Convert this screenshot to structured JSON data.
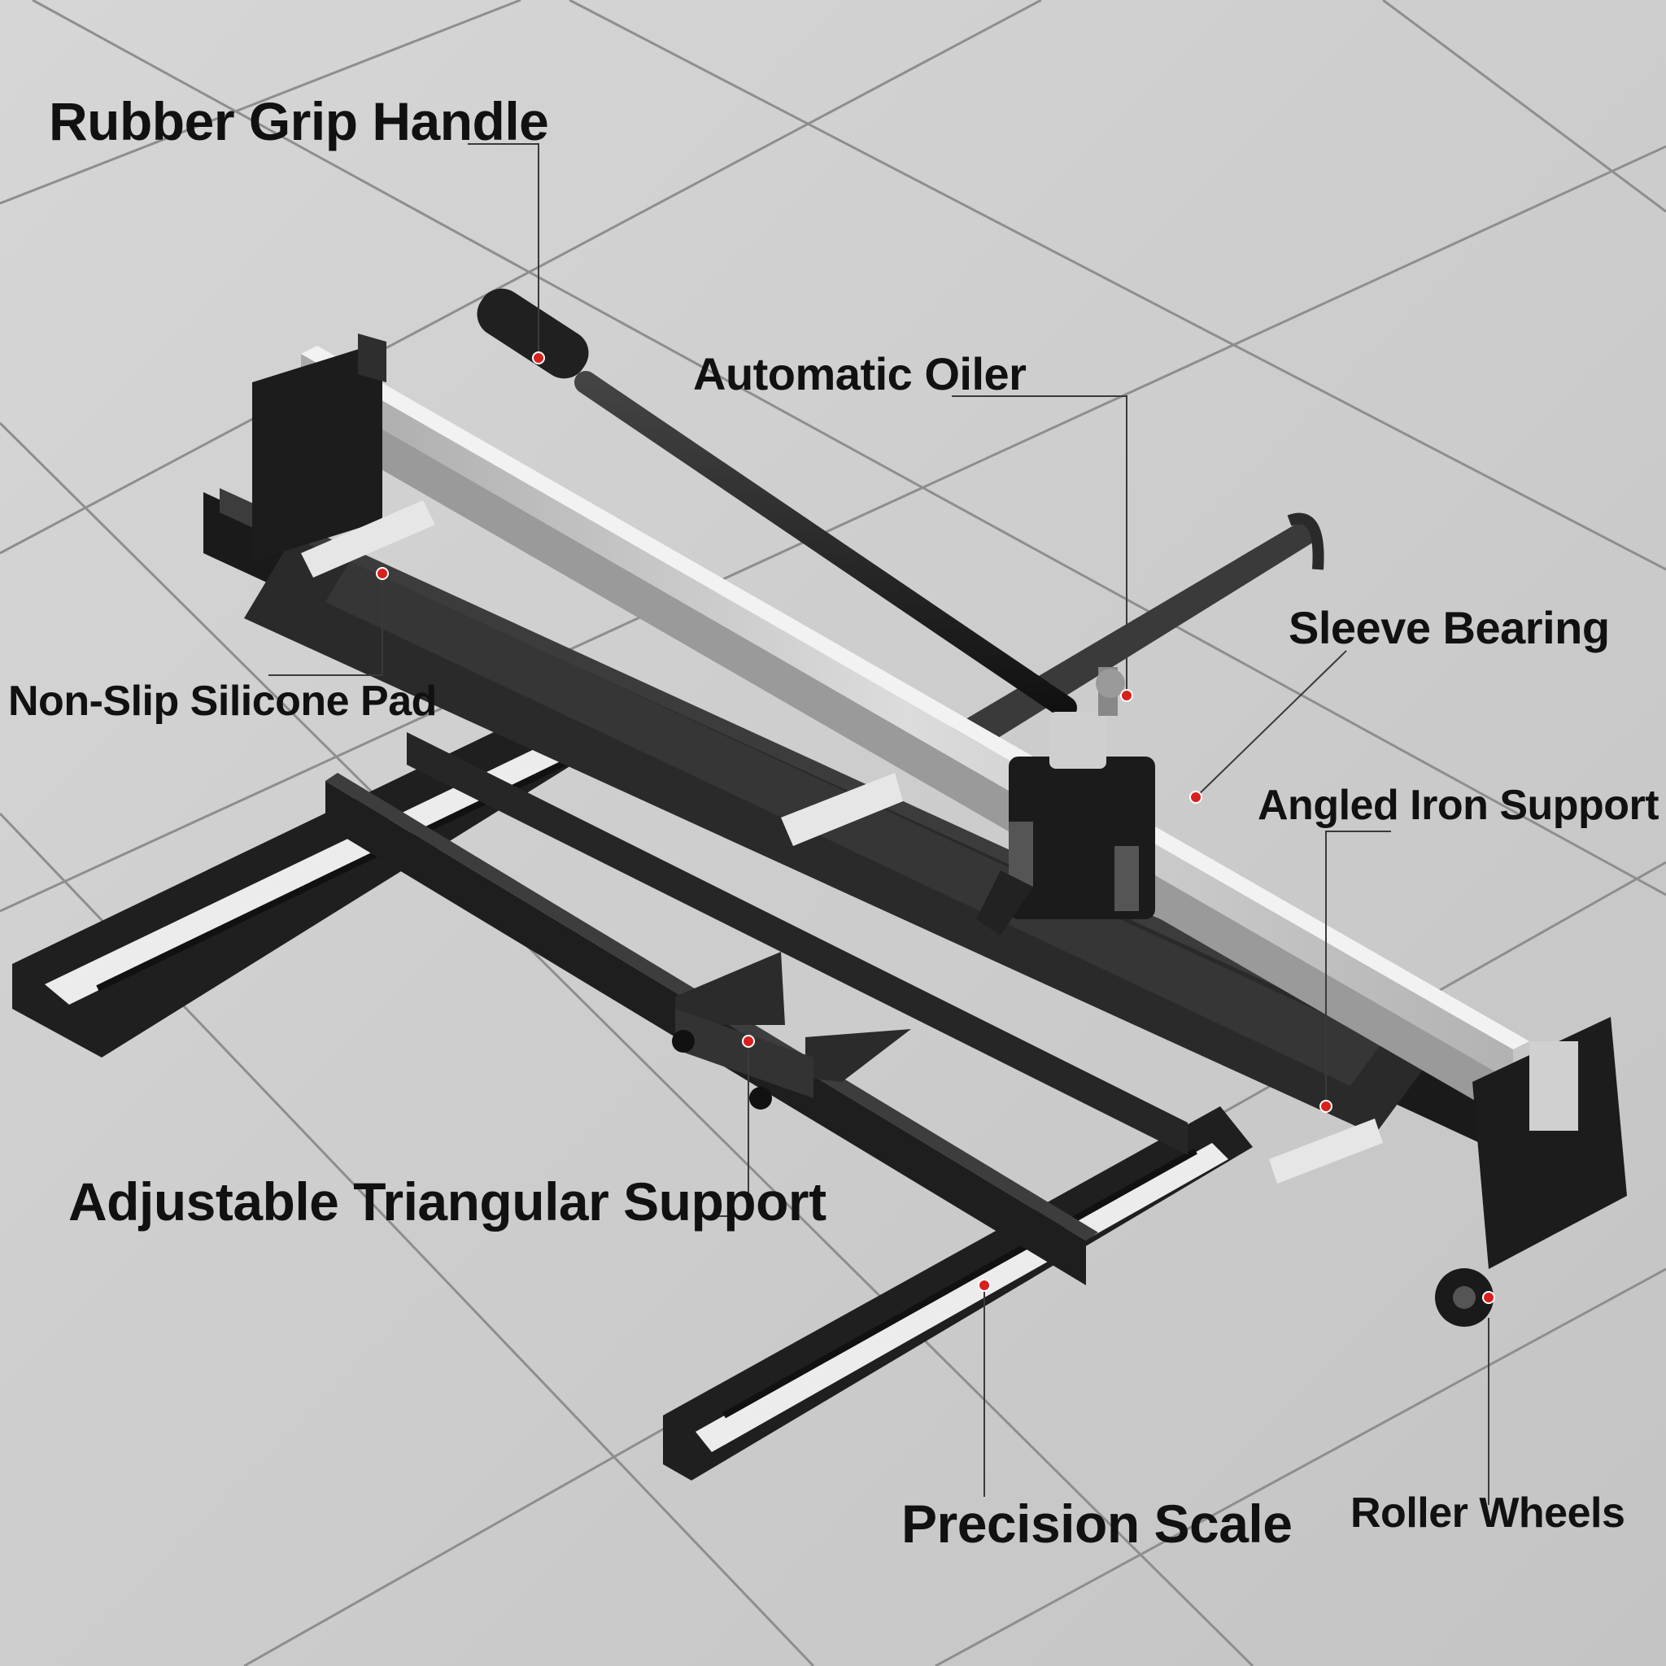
{
  "labels": {
    "rubber_grip_handle": "Rubber Grip Handle",
    "automatic_oiler": "Automatic Oiler",
    "sleeve_bearing": "Sleeve Bearing",
    "non_slip_silicone_pad": "Non-Slip Silicone Pad",
    "angled_iron_support": "Angled Iron Support",
    "adjustable_triangular_support": "Adjustable Triangular Support",
    "precision_scale": "Precision Scale",
    "roller_wheels": "Roller Wheels"
  },
  "colors": {
    "floor_tile": "#cdcdcd",
    "grout_line": "#8e8e8e",
    "frame_black": "#1e1e1e",
    "steel_rail": "#c9c9c9",
    "scale_white": "#eeeeee",
    "marker_red": "#d8201c",
    "label_text": "#111111"
  },
  "icons": {
    "marker": "red-dot-marker"
  }
}
